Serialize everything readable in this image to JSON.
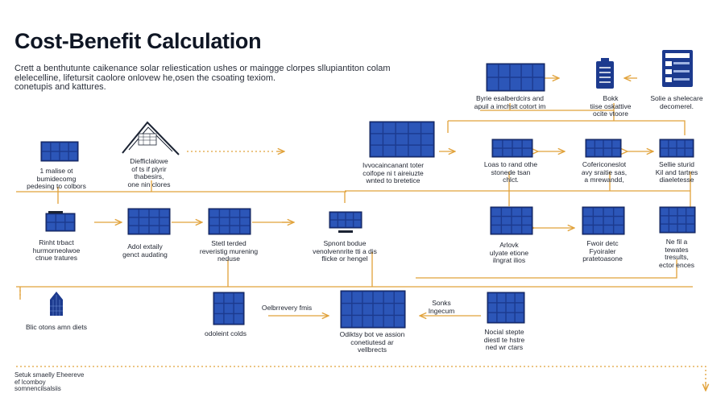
{
  "title": "Cost-Benefit Calculation",
  "subtitle": [
    "Crett a benthutunte caikenance solar reliestication ushes or maingge clorpes sllupiantiton colam",
    "elelecelline, lifetursit caolore onlovew he,osen the csoating texiom.",
    "conetupis and kattures."
  ],
  "nodes": [
    {
      "id": "n1",
      "label": [
        "1 malise ot",
        "bumidecomg",
        "pedesing to colbors"
      ]
    },
    {
      "id": "n2",
      "label": [
        "Diefficlalowe",
        "of ts if plyrir",
        "thabesirs,",
        "one nin clores"
      ]
    },
    {
      "id": "n3",
      "label": [
        "Ivvocaincanant toter",
        "coifope ni t aireiuzte",
        "wnted to bretetice"
      ]
    },
    {
      "id": "n4",
      "label": [
        "Byrie esalberdcirs and",
        "apuil a imchslt cotort im"
      ]
    },
    {
      "id": "n5",
      "label": [
        "Bokk",
        "tiise oskattive",
        "ocite vtoore"
      ]
    },
    {
      "id": "n6",
      "label": [
        "Solie a shelecare",
        "decomerel."
      ]
    },
    {
      "id": "n7",
      "label": [
        "Loas to rand othe",
        "stonede tsan",
        "chlct."
      ]
    },
    {
      "id": "n8",
      "label": [
        "Cofericoneslot",
        "avy sraitie sas,",
        "a mrewandd,"
      ]
    },
    {
      "id": "n9",
      "label": [
        "Sellie sturid",
        "Kil and tartres",
        "diaeletesse"
      ]
    },
    {
      "id": "n10",
      "label": [
        "Rinht trbact",
        "hurmorneolwoe",
        "ctnue tratures"
      ]
    },
    {
      "id": "n11",
      "label": [
        "Adol extaily",
        "genct audating"
      ]
    },
    {
      "id": "n12",
      "label": [
        "Stetl terded",
        "reveristig murening",
        "neduse"
      ]
    },
    {
      "id": "n13",
      "label": [
        "Spnont bodue",
        "venolvennrite tti a dis",
        "flicke or hengel"
      ]
    },
    {
      "id": "n14",
      "label": [
        "Arlovk",
        "ulyate etione",
        "ilngrat ilios"
      ]
    },
    {
      "id": "n15",
      "label": [
        "Fwoir detc",
        "Fyoiraler",
        "pratetoasone"
      ]
    },
    {
      "id": "n16",
      "label": [
        "Ne fil a",
        "tewates",
        "tresults,",
        "ector ences"
      ]
    },
    {
      "id": "n17",
      "label": [
        "Blic otons amn diets"
      ]
    },
    {
      "id": "n18",
      "label": [
        "odoleint colds"
      ]
    },
    {
      "id": "n19",
      "label": [
        "Odiktsy bot ve assion",
        "conetiutesd ar",
        "vellbrects"
      ]
    },
    {
      "id": "n20",
      "label": [
        "Nocial stepte",
        "diestl te hstre",
        "ned wr ctars"
      ]
    }
  ],
  "edge_labels": {
    "e1": "Oelbrrevery fmis",
    "e2": [
      "Sonks",
      "Ingecum"
    ]
  },
  "footer": [
    "Setuk smaelly Eheereve",
    "ef lcomboy",
    "somnencilsalsiis"
  ],
  "colors": {
    "accent": "#e1a23a",
    "panel": "#1c3a8e",
    "panel_cell": "#2c56b8",
    "ink": "#1b2333"
  }
}
